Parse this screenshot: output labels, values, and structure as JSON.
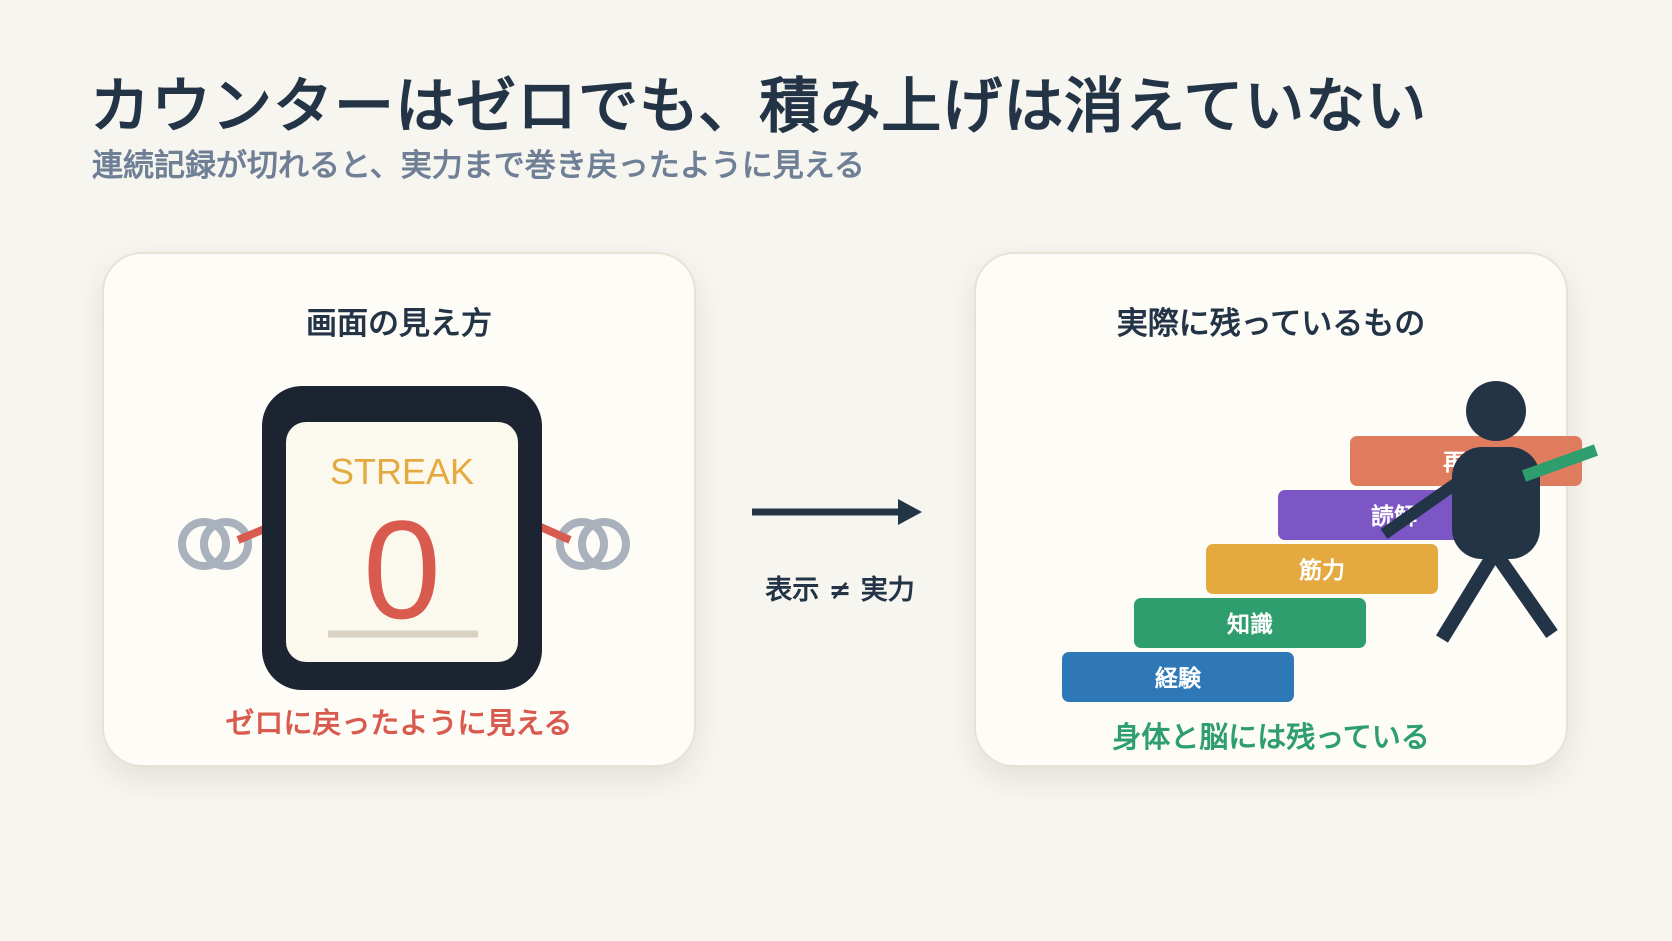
{
  "header": {
    "title": "カウンターはゼロでも、積み上げは消えていない",
    "subtitle": "連続記録が切れると、実力まで巻き戻ったように見える"
  },
  "left_card": {
    "title": "画面の見え方",
    "streak_label": "STREAK",
    "streak_value": "0",
    "caption": "ゼロに戻ったように見える"
  },
  "middle": {
    "label": "表示 ≠ 実力"
  },
  "right_card": {
    "title": "実際に残っているもの",
    "blocks": [
      {
        "label": "経験",
        "color": "#2e78b8"
      },
      {
        "label": "知識",
        "color": "#2f9e6e"
      },
      {
        "label": "筋力",
        "color": "#e5aa3f"
      },
      {
        "label": "読解",
        "color": "#7c56c4"
      },
      {
        "label": "再現",
        "color": "#e07c5e"
      }
    ],
    "caption": "身体と脳には残っている"
  },
  "colors": {
    "dark": "#1b2430",
    "accent_red": "#d95a4e",
    "accent_green": "#2f9e6e",
    "chain_gray": "#a9b1bd"
  }
}
